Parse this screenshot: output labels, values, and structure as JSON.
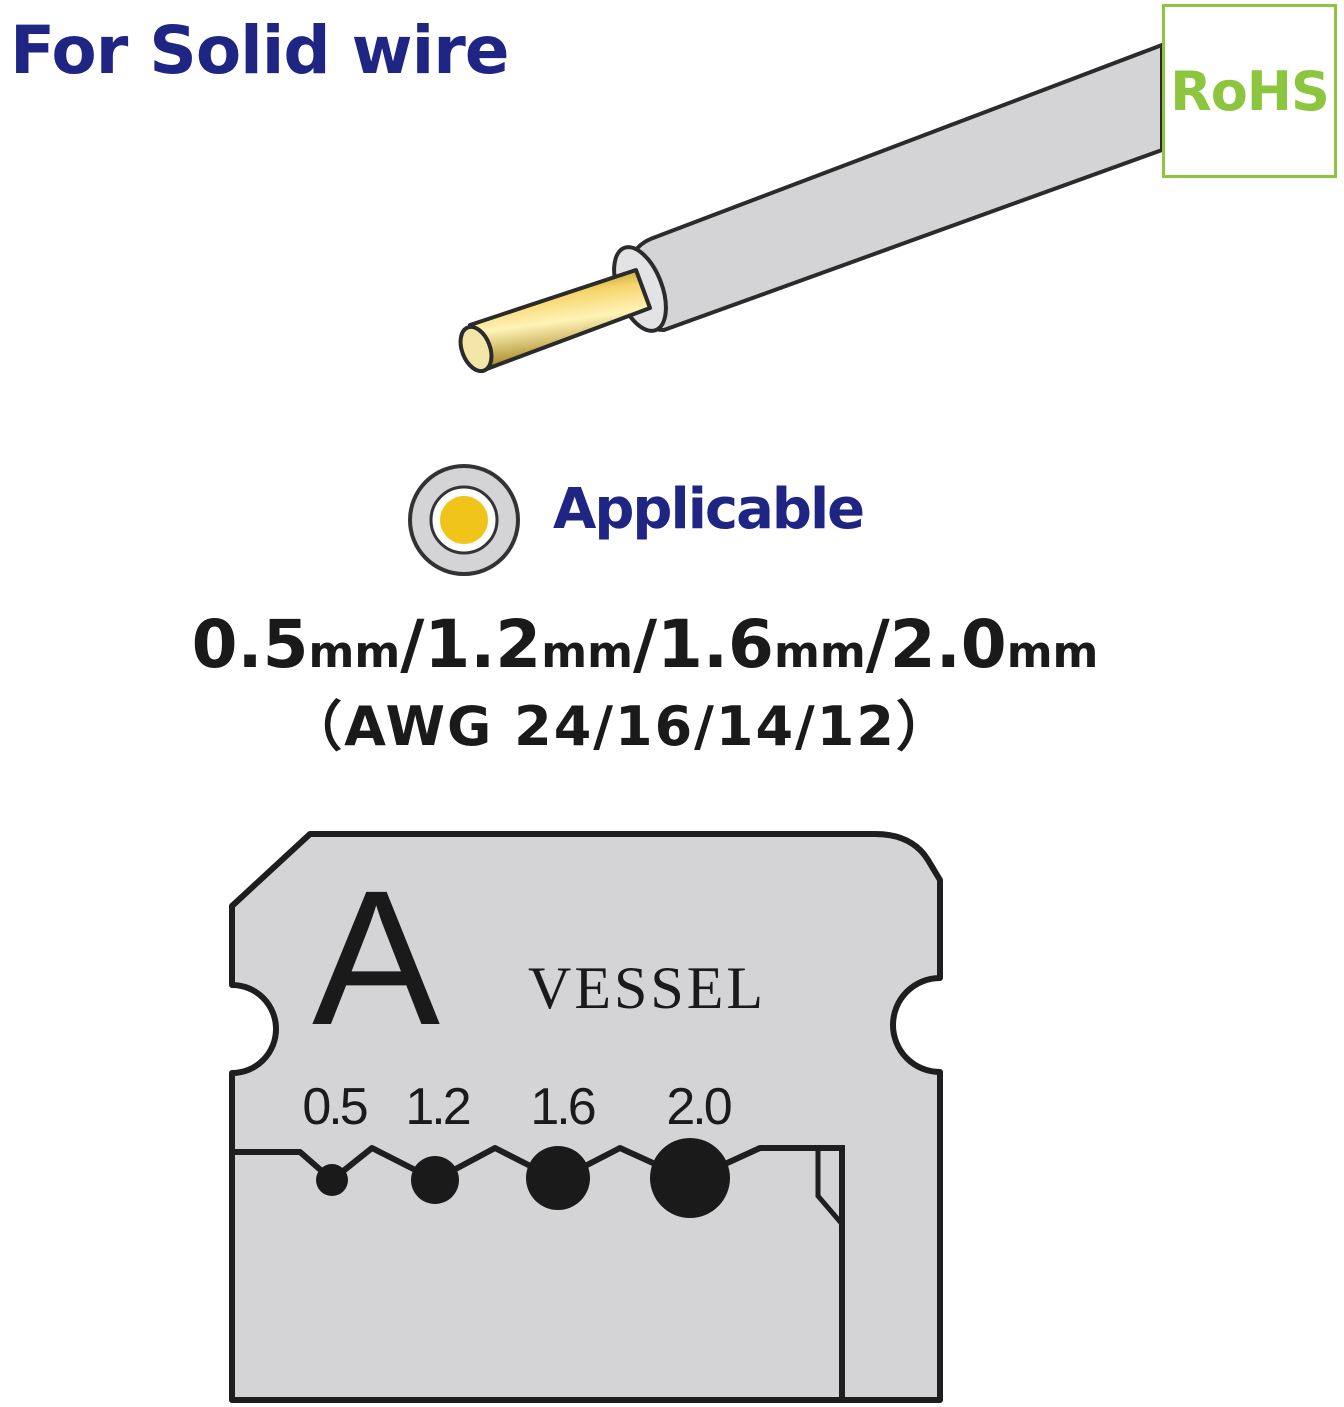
{
  "title": "For Solid wire",
  "rohs": "RoHS",
  "applicable": "Applicable",
  "sizes": [
    {
      "value": "0.5",
      "unit": "mm"
    },
    {
      "value": "1.2",
      "unit": "mm"
    },
    {
      "value": "1.6",
      "unit": "mm"
    },
    {
      "value": "2.0",
      "unit": "mm"
    }
  ],
  "separator": "/",
  "awg_line": "（AWG  24/16/14/12）",
  "blade": {
    "letter": "A",
    "brand": "VESSEL",
    "hole_labels": [
      "0.5",
      "1.2",
      "1.6",
      "2.0"
    ]
  },
  "icons": {
    "wire": "solid-wire-icon",
    "cross_section": "wire-cross-section-icon",
    "blade": "stripper-blade-icon"
  },
  "colors": {
    "title": "#1f2583",
    "rohs": "#8cc63f",
    "insulation": "#d4d4d6",
    "conductor": "#f0c419",
    "text": "#1a1a1a"
  }
}
